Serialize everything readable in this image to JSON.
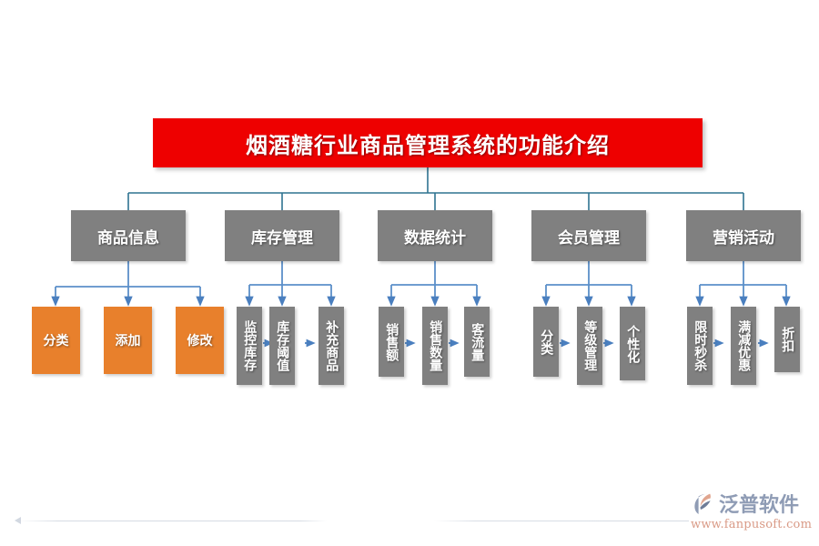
{
  "diagram": {
    "title": "烟酒糖行业商品管理系统的功能介绍",
    "colors": {
      "title_bg": "#ee0000",
      "branch_bg": "#808080",
      "leaf_orange_bg": "#e8802c",
      "leaf_gray_bg": "#808080",
      "text": "#ffffff",
      "top_connector": "#2e7391",
      "branch_connector": "#5b8fc9"
    },
    "branches": [
      {
        "label": "商品信息",
        "leaf_style": "orange",
        "leaves": [
          {
            "label": "分类"
          },
          {
            "label": "添加"
          },
          {
            "label": "修改"
          }
        ]
      },
      {
        "label": "库存管理",
        "leaf_style": "gray",
        "leaves": [
          {
            "label": "监控库存"
          },
          {
            "label": "库存阈值"
          },
          {
            "label": "补充商品"
          }
        ]
      },
      {
        "label": "数据统计",
        "leaf_style": "gray",
        "leaves": [
          {
            "label": "销售额"
          },
          {
            "label": "销售数量"
          },
          {
            "label": "客流量"
          }
        ]
      },
      {
        "label": "会员管理",
        "leaf_style": "gray",
        "leaves": [
          {
            "label": "分类"
          },
          {
            "label": "等级管理"
          },
          {
            "label": "个性化"
          }
        ]
      },
      {
        "label": "营销活动",
        "leaf_style": "gray",
        "leaves": [
          {
            "label": "限时秒杀"
          },
          {
            "label": "满减优惠"
          },
          {
            "label": "折扣"
          }
        ]
      }
    ]
  },
  "watermark": {
    "brand": "泛普软件",
    "url": "www.fanpusoft.com"
  }
}
